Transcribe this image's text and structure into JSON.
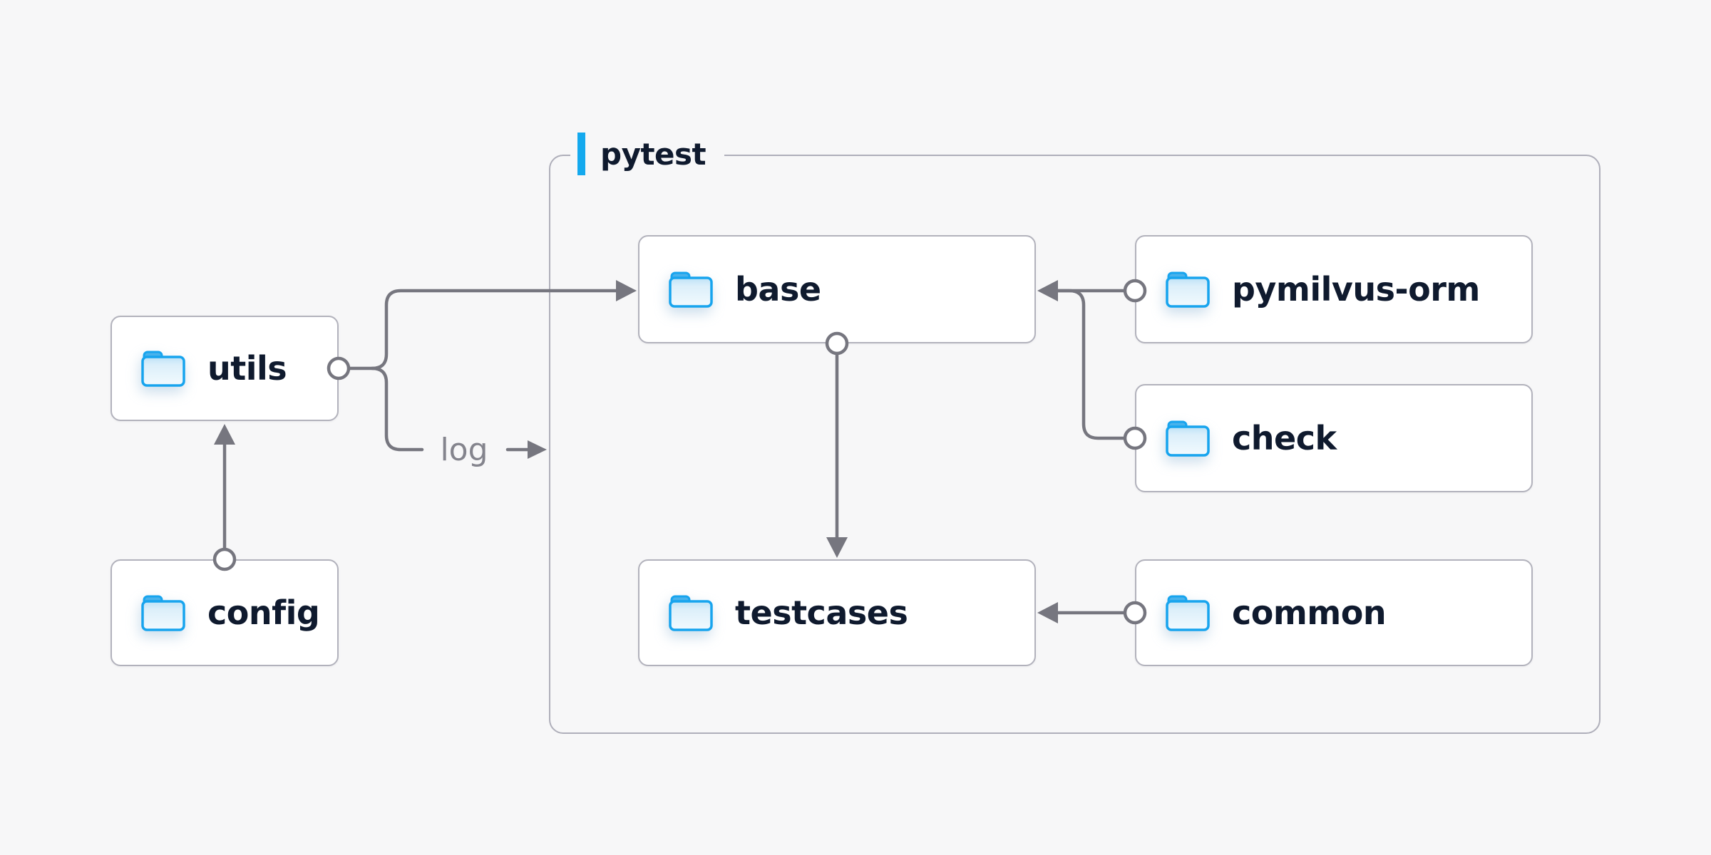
{
  "diagram": {
    "type": "folder-dependency-diagram",
    "background_color": "#F7F7F8",
    "accent_blue": "#14A9EE",
    "folder_blue": "#17A4EE",
    "line_gray": "#76767F",
    "text_navy": "#0F1A2E",
    "group": {
      "label": "pytest",
      "contains": [
        "base",
        "testcases",
        "pymilvus-orm",
        "check",
        "common"
      ]
    },
    "nodes": [
      {
        "id": "utils",
        "label": "utils"
      },
      {
        "id": "config",
        "label": "config"
      },
      {
        "id": "base",
        "label": "base"
      },
      {
        "id": "testcases",
        "label": "testcases"
      },
      {
        "id": "pymilvus-orm",
        "label": "pymilvus-orm"
      },
      {
        "id": "check",
        "label": "check"
      },
      {
        "id": "common",
        "label": "common"
      }
    ],
    "edges": [
      {
        "from": "utils",
        "to": "base",
        "label": ""
      },
      {
        "from": "utils",
        "to": "pytest",
        "label": "log"
      },
      {
        "from": "config",
        "to": "utils",
        "label": ""
      },
      {
        "from": "base",
        "to": "testcases",
        "label": ""
      },
      {
        "from": "pymilvus-orm",
        "to": "base",
        "label": ""
      },
      {
        "from": "check",
        "to": "base",
        "label": ""
      },
      {
        "from": "common",
        "to": "testcases",
        "label": ""
      }
    ],
    "edge_label_log": "log"
  }
}
